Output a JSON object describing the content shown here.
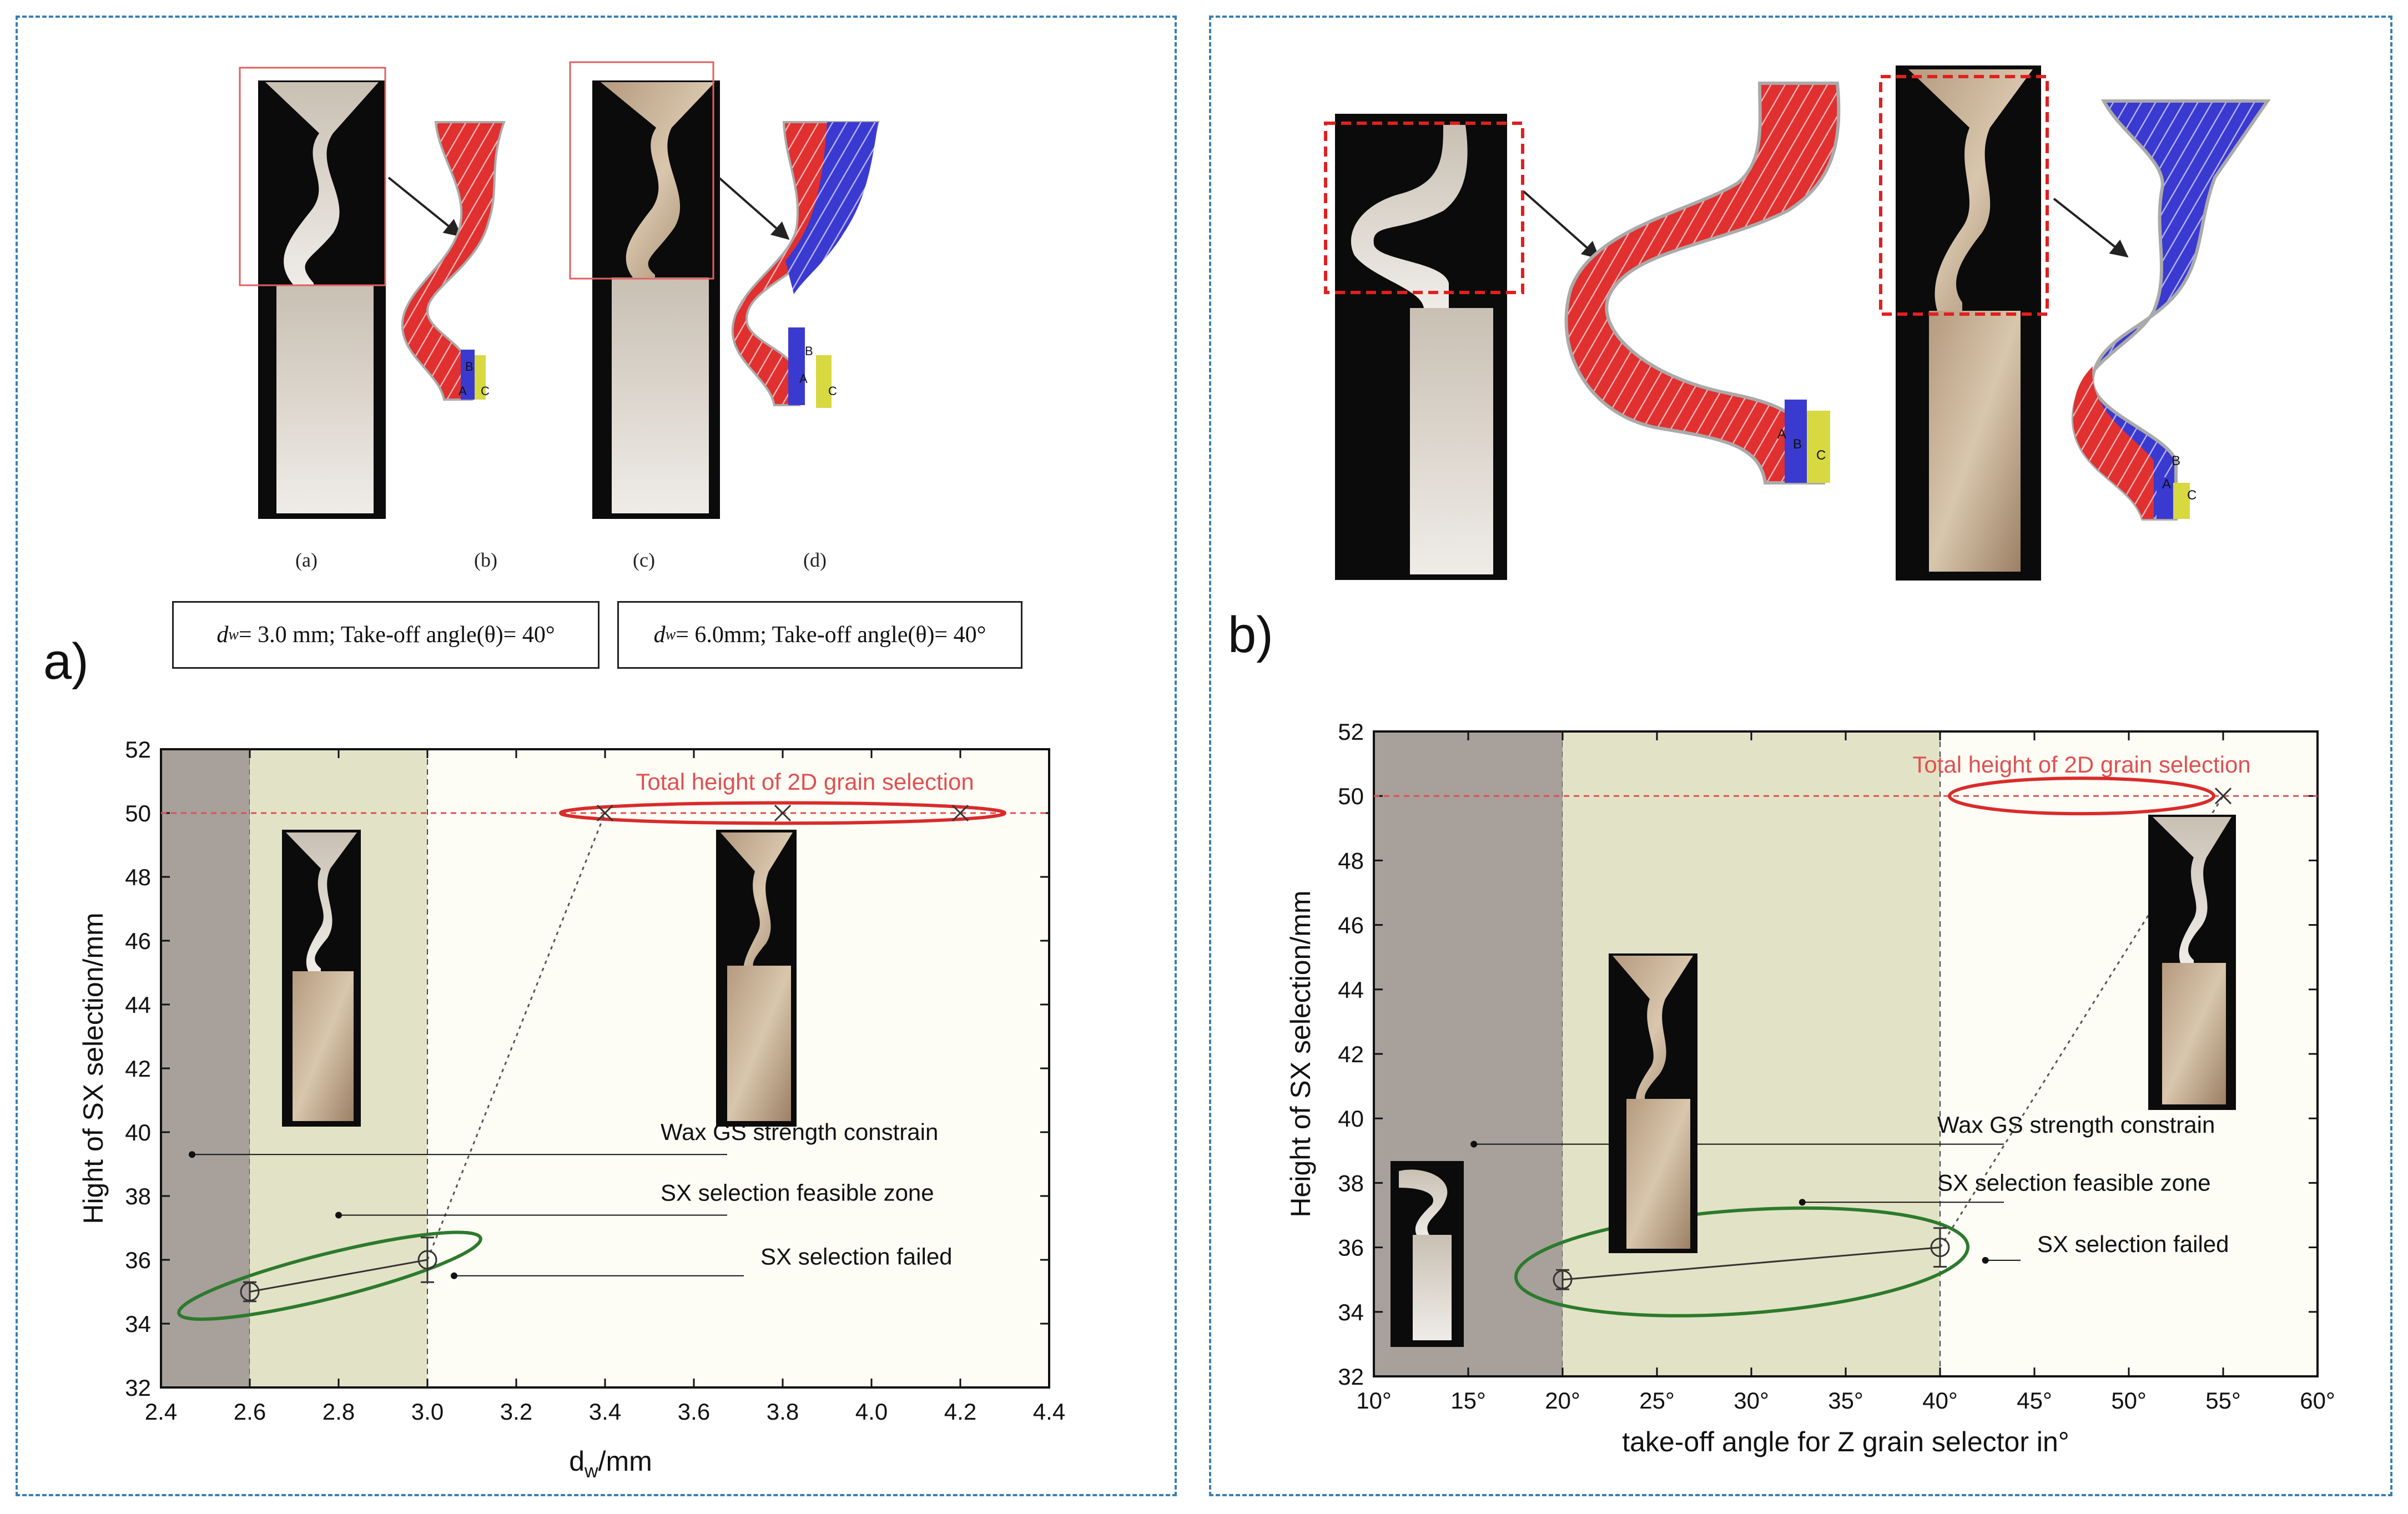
{
  "panels": {
    "a": {
      "letter": "a)",
      "image_captions": [
        "(a)",
        "(b)",
        "(c)",
        "(d)"
      ],
      "infobox_1": {
        "var": "d",
        "sub": "w",
        "text": " = 3.0 mm; Take-off angle(θ)= 40°"
      },
      "infobox_2": {
        "var": "d",
        "sub": "w",
        "text": " = 6.0mm; Take-off angle(θ)= 40°"
      },
      "sim_labels": [
        "A",
        "B",
        "C",
        "A",
        "B",
        "C"
      ]
    },
    "b": {
      "letter": "b)",
      "sim_labels": [
        "A",
        "B",
        "C",
        "A",
        "B",
        "C"
      ]
    }
  },
  "colors": {
    "frame": "#3a7fb5",
    "constraint_zone": "#a7a09b",
    "feasible_zone": "#e2e3c6",
    "plot_bg": "#fdfdf6",
    "reference_line": "#e05050",
    "ellipse_red": "#d92b2b",
    "ellipse_green": "#2d7a2d",
    "sim_red": "#e03030",
    "sim_blue": "#3a3ad0",
    "sim_yellow": "#d8d840"
  },
  "chart_data": [
    {
      "type": "scatter",
      "xlabel": "d",
      "xlabel_sub": "w",
      "xlabel_suffix": "/mm",
      "ylabel": "Hight of SX selection/mm",
      "xlim": [
        2.4,
        4.4
      ],
      "ylim": [
        32,
        52
      ],
      "xticks": [
        2.4,
        2.6,
        2.8,
        3.0,
        3.2,
        3.4,
        3.6,
        3.8,
        4.0,
        4.2,
        4.4
      ],
      "xtick_labels": [
        "2.4",
        "2.6",
        "2.8",
        "3.0",
        "3.2",
        "3.4",
        "3.6",
        "3.8",
        "4.0",
        "4.2",
        "4.4"
      ],
      "yticks": [
        32,
        34,
        36,
        38,
        40,
        42,
        44,
        46,
        48,
        50,
        52
      ],
      "ytick_labels": [
        "32",
        "34",
        "36",
        "38",
        "40",
        "42",
        "44",
        "46",
        "48",
        "50",
        "52"
      ],
      "zones": [
        {
          "x0": 2.4,
          "x1": 2.6,
          "color": "#a7a09b"
        },
        {
          "x0": 2.6,
          "x1": 3.0,
          "color": "#e2e3c6"
        }
      ],
      "reference_line": {
        "y": 50,
        "label": "Total height of 2D grain selection"
      },
      "failed_points": {
        "x": [
          2.6,
          3.0
        ],
        "y": [
          35,
          36
        ],
        "yerr": [
          0.3,
          0.7
        ]
      },
      "success_points": {
        "x": [
          3.4,
          3.8,
          4.2
        ],
        "y": [
          50,
          50,
          50
        ]
      },
      "dotted_connector": {
        "from": [
          3.0,
          36
        ],
        "to": [
          3.4,
          50
        ]
      },
      "red_ellipse": {
        "cx": 3.8,
        "cy": 50,
        "rx": 0.5,
        "ry": 0.32
      },
      "green_ellipse": {
        "cx": 2.78,
        "cy": 35.5,
        "rx": 0.35,
        "ry": 0.7,
        "angle_deg": -14
      },
      "annotations": [
        {
          "text": "Wax GS strength constrain",
          "point": [
            2.47,
            39.3
          ],
          "label_y": 40.0
        },
        {
          "text": "SX selection feasible zone",
          "point": [
            2.8,
            37.4
          ],
          "label_y": 38.1
        },
        {
          "text": "SX selection failed",
          "point": [
            3.06,
            35.5
          ],
          "label_y": 36.1
        }
      ]
    },
    {
      "type": "scatter",
      "xlabel": "take-off angle for Z grain selector in°",
      "ylabel": "Height of SX selection/mm",
      "xlim": [
        10,
        60
      ],
      "ylim": [
        32,
        52
      ],
      "xticks": [
        10,
        15,
        20,
        25,
        30,
        35,
        40,
        45,
        50,
        55,
        60
      ],
      "xtick_labels": [
        "10°",
        "15°",
        "20°",
        "25°",
        "30°",
        "35°",
        "40°",
        "45°",
        "50°",
        "55°",
        "60°"
      ],
      "yticks": [
        32,
        34,
        36,
        38,
        40,
        42,
        44,
        46,
        48,
        50,
        52
      ],
      "ytick_labels": [
        "32",
        "34",
        "36",
        "38",
        "40",
        "42",
        "44",
        "46",
        "48",
        "50",
        "52"
      ],
      "zones": [
        {
          "x0": 10,
          "x1": 20,
          "color": "#a7a09b"
        },
        {
          "x0": 20,
          "x1": 40,
          "color": "#e2e3c6"
        }
      ],
      "reference_line": {
        "y": 50,
        "label": "Total height of 2D grain selection"
      },
      "failed_points": {
        "x": [
          20,
          40
        ],
        "y": [
          35,
          36
        ],
        "yerr": [
          0.3,
          0.6
        ]
      },
      "success_points": {
        "x": [
          55
        ],
        "y": [
          50
        ]
      },
      "dotted_connector": {
        "from": [
          40,
          36
        ],
        "to": [
          55,
          50
        ]
      },
      "red_ellipse": {
        "cx": 47.5,
        "cy": 50,
        "rx": 7,
        "ry": 0.55
      },
      "green_ellipse": {
        "cx": 29.5,
        "cy": 35.55,
        "rx": 12,
        "ry": 1.6,
        "angle_deg": -4
      },
      "annotations": [
        {
          "text": "Wax GS strength constrain",
          "point": [
            15.3,
            39.2
          ],
          "label_y": 39.8
        },
        {
          "text": "SX selection feasible zone",
          "point": [
            32.7,
            37.4
          ],
          "label_y": 38.0
        },
        {
          "text": "SX selection failed",
          "point": [
            42.4,
            35.6
          ],
          "label_y": 36.1
        }
      ]
    }
  ]
}
